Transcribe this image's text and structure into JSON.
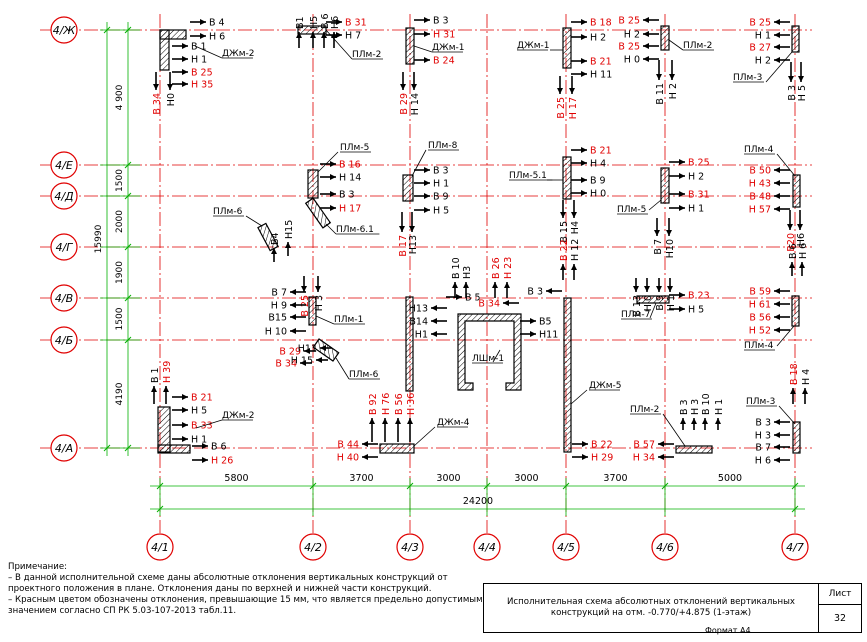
{
  "axes": {
    "columns": [
      "4/1",
      "4/2",
      "4/3",
      "4/4",
      "4/5",
      "4/6",
      "4/7"
    ],
    "rows": [
      "4/Ж",
      "4/Е",
      "4/Д",
      "4/Г",
      "4/В",
      "4/Б",
      "4/А"
    ]
  },
  "dimensions": {
    "bottom": [
      "5800",
      "3700",
      "3000",
      "3000",
      "3700",
      "5000"
    ],
    "total": "24200",
    "left": [
      "4 900",
      "1500",
      "2000",
      "1900",
      "1500",
      "4190"
    ],
    "left_total": "15990"
  },
  "labels": {
    "b_zh_1": [
      "В 4",
      "Н 6",
      "В 1",
      "Н 1",
      "В 25",
      "Н 35"
    ],
    "b_zh_1_vert": [
      "В 34",
      "Н0"
    ],
    "b_zh_1_tag": "ДЖм-2",
    "b_zh_2": [
      "В 31",
      "Н 7"
    ],
    "b_zh_2_vert": [
      "В1",
      "Н5",
      "В 6",
      "Н6"
    ],
    "b_zh_2_tag": "ПЛм-2",
    "b_zh_3": [
      "В 3",
      "Н 31",
      "В 24"
    ],
    "b_zh_3_vert": [
      "В 29",
      "Н 14"
    ],
    "b_zh_3_tag": "ДЖм-1",
    "b_zh_5": [
      "В 18",
      "Н 2",
      "В 21",
      "Н 11"
    ],
    "b_zh_5_vert": [
      "В 25",
      "Н 17"
    ],
    "b_zh_5_tag": "ДЖм-1",
    "b_zh_6": [
      "В 25",
      "Н 2",
      "В 25",
      "Н 0"
    ],
    "b_zh_6_vert": [
      "В 11",
      "Н 2"
    ],
    "b_zh_6_tag": "ПЛм-2",
    "b_zh_7": [
      "В 25",
      "Н 1",
      "В 27",
      "Н 2"
    ],
    "b_zh_7_vert": [
      "В 3",
      "Н 5"
    ],
    "b_zh_7_tag": "ПЛм-3",
    "b_e_2_tag": "ПЛм-5",
    "b_e_2": [
      "В 16",
      "Н 14",
      "В 3",
      "Н 17"
    ],
    "b_e_2b_tag": "ПЛм-6.1",
    "b_e_3_tag": "ПЛм-8",
    "b_e_3": [
      "В 3",
      "Н 1",
      "В 9",
      "Н 5"
    ],
    "b_e_3_vert": [
      "В 17",
      "Н13"
    ],
    "b_e_5_tag": "ПЛм-5.1",
    "b_e_5": [
      "В 21",
      "Н 4",
      "В 9",
      "Н 0"
    ],
    "b_e_5_vert": [
      "В 15",
      "Н4"
    ],
    "b_e_6": [
      "В 25",
      "Н 2",
      "В 31",
      "Н 1"
    ],
    "b_e_6_tag": "ПЛм-5",
    "b_e_6_vert": [
      "В 7",
      "Н10"
    ],
    "b_e_7_tag": "ПЛм-4",
    "b_e_7": [
      "В 50",
      "Н 43",
      "В 48",
      "Н 57"
    ],
    "b_e_7_vert": [
      "В20",
      "Н6"
    ],
    "b_g_tag": "ПЛм-6",
    "b_g_vert": [
      "В4",
      "Н15"
    ],
    "b_v_2_vert": [
      "В 25",
      "Н 3"
    ],
    "b_v_2": [
      "В 7",
      "Н 9",
      "В15",
      "Н 10"
    ],
    "b_v_2_tag": "ПЛм-1",
    "b_b_2": [
      "В 29",
      "В 34",
      "Н11",
      "Н 15"
    ],
    "b_b_2_tag": "ПЛм-6",
    "b_v_3": [
      "В 5",
      "Н13",
      "В14",
      "Н1"
    ],
    "b_v_3_vert": [
      "В 10",
      "Н3"
    ],
    "b_v_4_vert": [
      "В 26",
      "Н 23"
    ],
    "b_v_4": [
      "В 34",
      "В5",
      "Н11"
    ],
    "b_v_4_tag": "ЛШм-1",
    "b_v_5": [
      "В 3"
    ],
    "b_v_5_vert": [
      "В 22",
      "Н 12"
    ],
    "b_v_5_tag": "ДЖм-5",
    "b_v_5b": [
      "В 22",
      "Н 29"
    ],
    "b_v_6_vert": [
      "В 13",
      "Н 0",
      "В 9",
      "Н 1"
    ],
    "b_v_6": [
      "В 23",
      "Н 5"
    ],
    "b_v_6_tag": "ПЛм-7",
    "b_v_7_vert": [
      "В 6",
      "Н 6"
    ],
    "b_v_7": [
      "В 59",
      "Н 61",
      "В 56",
      "Н 52"
    ],
    "b_v_7_tag": "ПЛм-4",
    "b_a_1_vert": [
      "В 1",
      "Н 39"
    ],
    "b_a_1": [
      "В 21",
      "Н 5",
      "В 33",
      "Н 1",
      "В 6",
      "Н 26"
    ],
    "b_a_1_tag": "ДЖм-2",
    "b_a_3_vert": [
      "В 92",
      "Н 76",
      "В 56",
      "Н 36"
    ],
    "b_a_3": [
      "В 44",
      "Н 40"
    ],
    "b_a_3_tag": "ДЖм-4",
    "b_a_6_tag": "ПЛм-2",
    "b_a_6_vert": [
      "В 3",
      "Н 3",
      "В 10",
      "Н 1"
    ],
    "b_a_6": [
      "В 57",
      "Н 34"
    ],
    "b_a_7_tag": "ПЛм-3",
    "b_a_7": [
      "В 3",
      "Н 3",
      "В 7",
      "Н 6"
    ],
    "b_a_7_vert": [
      "В 18",
      "Н 4"
    ]
  },
  "note": {
    "title": "Примечание:",
    "lines": [
      "– В данной исполнительной схеме даны абсолютные отклонения вертикальных конструкций от",
      "проектного положения в плане. Отклонения даны по верхней и нижней части конструкций.",
      "– Красным цветом обозначены отклонения, превышающие 15 мм, что является предельно допустимым",
      "значением согласно СП РК 5.03-107-2013 табл.11."
    ]
  },
  "title_block": {
    "description": "Исполнительная схема абсолютных отклонений вертикальных конструкций на отм. -0.770/+4.875 (1-этаж)",
    "sheet_label": "Лист",
    "sheet_number": "32"
  },
  "footer": "Формат А4",
  "colors": {
    "grid": "#e00000",
    "dimension": "#00b000",
    "exceed": "#e00000",
    "normal": "#000000"
  }
}
